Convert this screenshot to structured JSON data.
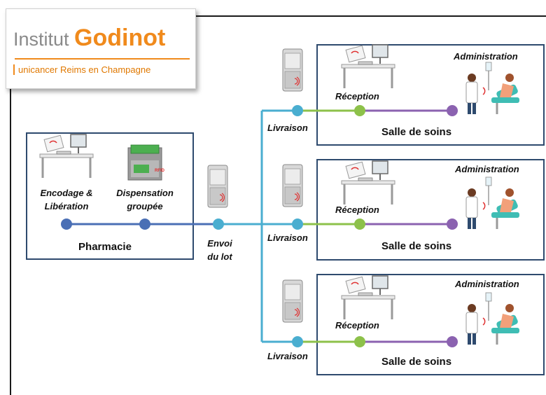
{
  "logo": {
    "name_part1": "Institut ",
    "name_part2": "Godinot",
    "tagline": "unicancer Reims en Champagne"
  },
  "pharmacie": {
    "title": "Pharmacie",
    "step1": "Encodage &",
    "step1b": "Libération",
    "step2": "Dispensation",
    "step2b": "groupée"
  },
  "envoi": {
    "line1": "Envoi",
    "line2": "du lot"
  },
  "rfid_label": "RFID",
  "wards": [
    {
      "livraison": "Livraison",
      "reception": "Réception",
      "administration": "Administration",
      "title": "Salle de soins"
    },
    {
      "livraison": "Livraison",
      "reception": "Réception",
      "administration": "Administration",
      "title": "Salle de soins"
    },
    {
      "livraison": "Livraison",
      "reception": "Réception",
      "administration": "Administration",
      "title": "Salle de soins"
    }
  ],
  "colors": {
    "frame": "#1a1a1a",
    "box_border": "#2e4a6e",
    "pharmacy_line": "#4a6fb5",
    "transport_line": "#4aaed0",
    "reception_line": "#8dc14a",
    "admin_line": "#8b62b0",
    "logo_accent": "#f08a1c"
  }
}
